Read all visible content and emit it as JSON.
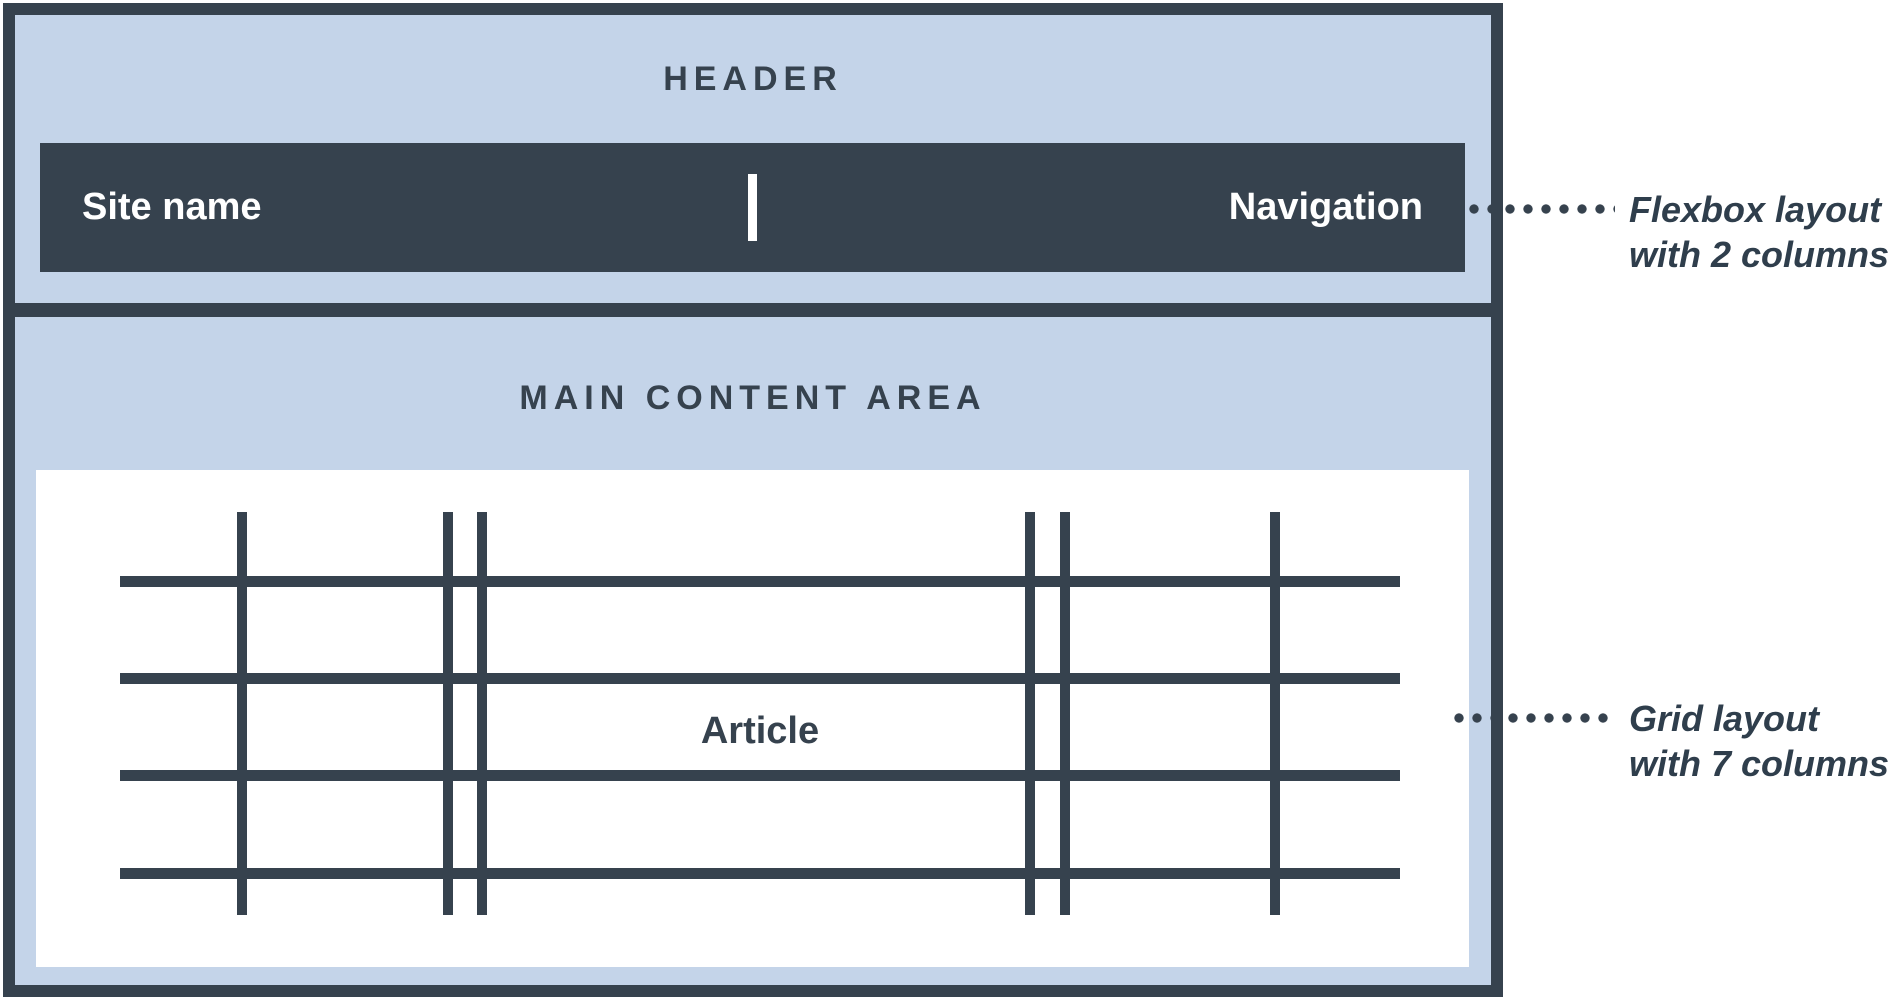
{
  "colors": {
    "dark_slate": "#36424E",
    "light_blue": "#C4D4E9",
    "note_text": "#2F3E4C",
    "divider_white": "#FFFFFF"
  },
  "header": {
    "label": "HEADER",
    "site_name": "Site name",
    "navigation": "Navigation"
  },
  "main": {
    "label": "MAIN CONTENT AREA",
    "article": "Article"
  },
  "notes": {
    "flexbox": {
      "line1": "Flexbox layout",
      "line2": "with 2 columns"
    },
    "grid": {
      "line1": "Grid layout",
      "line2": "with 7 columns"
    }
  }
}
